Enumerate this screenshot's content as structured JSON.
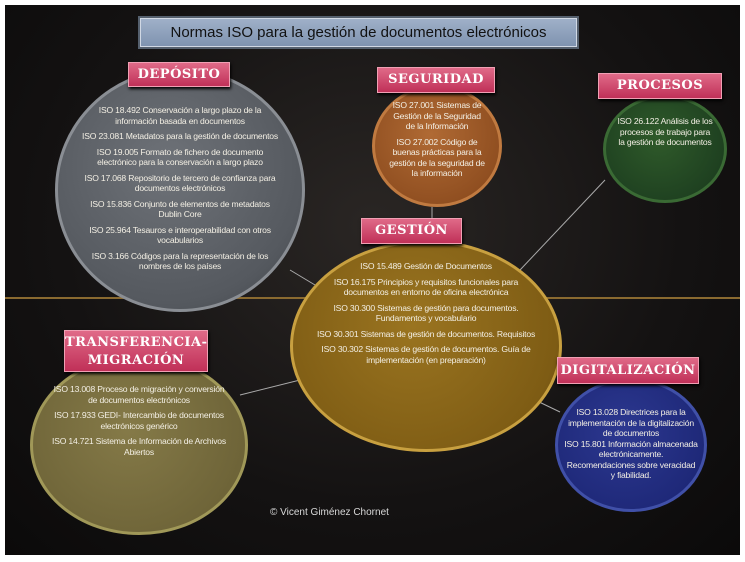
{
  "title": "Normas ISO para la gestión de documentos electrónicos",
  "groups": {
    "deposito": {
      "label": "DEPÓSITO",
      "color": "#55595f",
      "items": [
        "ISO 18.492 Conservación a largo plazo de la información basada en documentos",
        "ISO 23.081 Metadatos para la gestión de documentos",
        "ISO 19.005 Formato de fichero de documento electrónico para la conservación a largo plazo",
        "ISO 17.068 Repositorio de tercero de confianza para documentos electrónicos",
        "ISO 15.836 Conjunto de elementos de metadatos Dublin Core",
        "ISO 25.964 Tesauros e interoperabilidad con otros vocabularios",
        "ISO 3.166 Códigos para la representación de los nombres de los países"
      ]
    },
    "seguridad": {
      "label": "SEGURIDAD",
      "color": "#8f4e20",
      "items": [
        "ISO 27.001 Sistemas de Gestión de la Seguridad de la Información",
        "ISO 27.002 Código de buenas prácticas para la gestión de la seguridad de la información"
      ]
    },
    "procesos": {
      "label": "PROCESOS",
      "color": "#1e4020",
      "items": [
        "ISO 26.122 Análisis de los procesos de trabajo para la gestión de documentos"
      ]
    },
    "gestion": {
      "label": "GESTIÓN",
      "color": "#7e5c14",
      "items": [
        "ISO 15.489 Gestión de Documentos",
        "ISO 16.175 Principios y requisitos funcionales para documentos en entorno de oficina electrónica",
        "ISO 30.300 Sistemas de gestión para documentos. Fundamentos y vocabulario",
        "ISO 30.301 Sistemas de gestión de documentos. Requisitos",
        "ISO 30.302 Sistemas de gestión de documentos. Guía de implementación (en preparación)"
      ]
    },
    "transferencia": {
      "label_line1": "TRANSFERENCIA-",
      "label_line2": "MIGRACIÓN",
      "color": "#6e6438",
      "items": [
        "ISO 13.008 Proceso de migración y conversión de documentos electrónicos",
        "ISO 17.933 GEDI- Intercambio de documentos electrónicos genérico",
        "ISO 14.721 Sistema de Información de Archivos Abiertos"
      ]
    },
    "digitalizacion": {
      "label": "DIGITALIZACIÓN",
      "color": "#1e2878",
      "items": [
        "ISO 13.028 Directrices para la implementación de la digitalización de documentos",
        "ISO 15.801 Información almacenada electrónicamente. Recomendaciones sobre veracidad y fiabilidad."
      ]
    }
  },
  "copyright": "© Vicent Giménez Chornet"
}
